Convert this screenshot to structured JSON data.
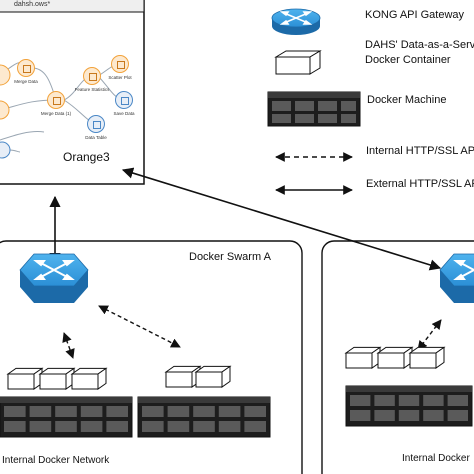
{
  "colors": {
    "router_blue": "#2b8fd6",
    "router_blue_dark": "#1c6aa8",
    "orange_accent": "#f2a23a",
    "widget_blue": "#4a87c6",
    "line": "#111111"
  },
  "orange_window": {
    "title": "dahsh.ows*",
    "app_label": "Orange3",
    "widgets": [
      {
        "label": "Merge Data",
        "icon": "merge-icon"
      },
      {
        "label": "Merge Data (1)",
        "icon": "merge-icon"
      },
      {
        "label": "Scatter Plot",
        "icon": "scatter-icon"
      },
      {
        "label": "Feature Statistics",
        "icon": "stats-icon"
      },
      {
        "label": "Data Table",
        "icon": "table-icon"
      },
      {
        "label": "Save Data",
        "icon": "save-icon"
      }
    ]
  },
  "legend": [
    {
      "icon": "router-icon",
      "text": "KONG API Gateway"
    },
    {
      "icon": "container-icon",
      "text_lines": [
        "DAHS' Data-as-a-Service",
        "Docker Container"
      ]
    },
    {
      "icon": "server-icon",
      "text": "Docker Machine"
    },
    {
      "icon": "dashed-arrow-icon",
      "text": "Internal HTTP/SSL API"
    },
    {
      "icon": "solid-arrow-icon",
      "text": "External HTTP/SSL API"
    }
  ],
  "swarm_a": {
    "label": "Docker Swarm A",
    "network_label": "Internal Docker Network"
  },
  "swarm_b": {
    "network_label": "Internal Docker"
  }
}
